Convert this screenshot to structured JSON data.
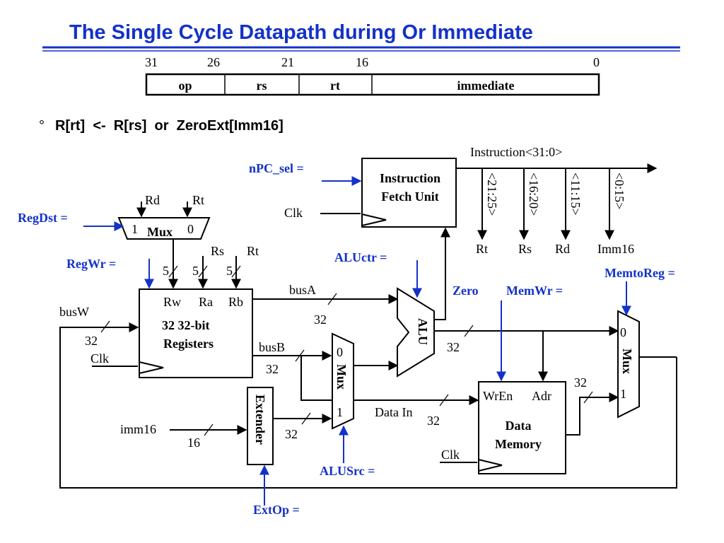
{
  "title": "The Single Cycle Datapath during Or Immediate",
  "instruction_format": {
    "bit_positions": [
      "31",
      "26",
      "21",
      "16",
      "0"
    ],
    "fields": [
      "op",
      "rs",
      "rt",
      "immediate"
    ]
  },
  "operation": {
    "bullet": "°",
    "text": "R[rt]  <-  R[rs]  or  ZeroExt[Imm16]"
  },
  "control_signals": {
    "npc_sel": "nPC_sel =",
    "regdst": "RegDst =",
    "regwr": "RegWr =",
    "aluctr": "ALUctr =",
    "memwr": "MemWr =",
    "memtoreg": "MemtoReg =",
    "alusrc": "ALUSrc =",
    "extop": "ExtOp ="
  },
  "ifu": {
    "label_line1": "Instruction",
    "label_line2": "Fetch Unit",
    "clk": "Clk",
    "instruction_bus": "Instruction<31:0>",
    "slices": [
      "<21:25>",
      "<16:20>",
      "<11:15>",
      "<0:15>"
    ],
    "slice_outputs": [
      "Rt",
      "Rs",
      "Rd",
      "Imm16"
    ]
  },
  "regdst_mux": {
    "in_rd": "Rd",
    "in_rt": "Rt",
    "sel1": "1",
    "label": "Mux",
    "sel0": "0"
  },
  "register_file": {
    "addr_labels": [
      "Rs",
      "Rt"
    ],
    "widths": [
      "5",
      "5",
      "5"
    ],
    "ports": [
      "Rw",
      "Ra",
      "Rb"
    ],
    "label_line1": "32 32-bit",
    "label_line2": "Registers",
    "clk": "Clk",
    "busw": "busW",
    "busw_width": "32"
  },
  "buses": {
    "busa": "busA",
    "busa_width": "32",
    "busb": "busB",
    "busb_width": "32",
    "alu_out_width": "32",
    "ext_out_width": "32",
    "datain_width": "32",
    "mem_out_width": "32"
  },
  "alu": {
    "label": "ALU",
    "zero": "Zero"
  },
  "alusrc_mux": {
    "sel0": "0",
    "label": "Mux",
    "sel1": "1"
  },
  "extender": {
    "label": "Extender",
    "imm16": "imm16",
    "imm16_width": "16"
  },
  "data_memory": {
    "wren": "WrEn",
    "adr": "Adr",
    "label_line1": "Data",
    "label_line2": "Memory",
    "clk": "Clk",
    "data_in": "Data In"
  },
  "memtoreg_mux": {
    "sel0": "0",
    "label": "Mux",
    "sel1": "1"
  }
}
